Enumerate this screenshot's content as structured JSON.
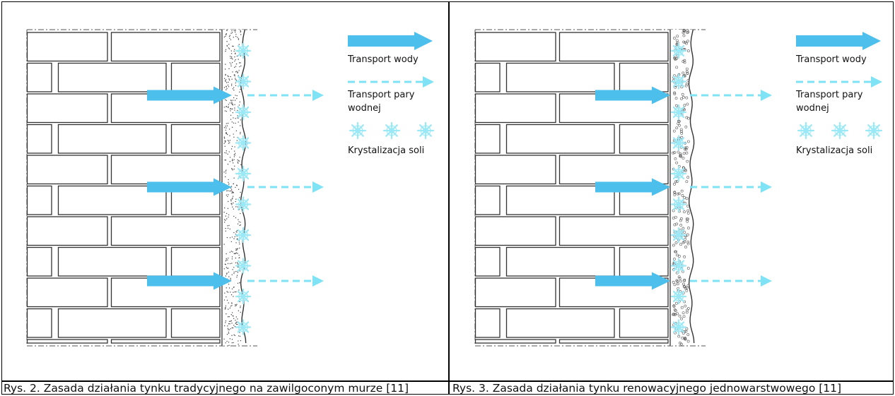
{
  "figures": [
    {
      "id": "fig1",
      "caption": "Rys. 2. Zasada działania tynku tradycyjnego na zawilgoconym murze [11]",
      "plaster_type": "dots",
      "legend": {
        "water_transport": "Transport wody",
        "vapor_transport_line1": "Transport pary",
        "vapor_transport_line2": "wodnej",
        "salt_crystallization": "Krystalizacja soli"
      }
    },
    {
      "id": "fig2",
      "caption": "Rys. 3. Zasada działania tynku renowacyjnego jednowarstwowego [11]",
      "plaster_type": "circles",
      "legend": {
        "water_transport": "Transport wody",
        "vapor_transport_line1": "Transport pary",
        "vapor_transport_line2": "wodnej",
        "salt_crystallization": "Krystalizacja soli"
      }
    }
  ],
  "colors": {
    "water_arrow": "#4dbfec",
    "vapor_arrow": "#7fe3f5",
    "salt_crystal": "#9be8f7",
    "brick_line": "#333333",
    "plaster_edge": "#333333"
  },
  "icons": {
    "water": "water-transport-arrow-icon",
    "vapor": "vapor-transport-arrow-icon",
    "salt": "salt-crystal-icon"
  }
}
